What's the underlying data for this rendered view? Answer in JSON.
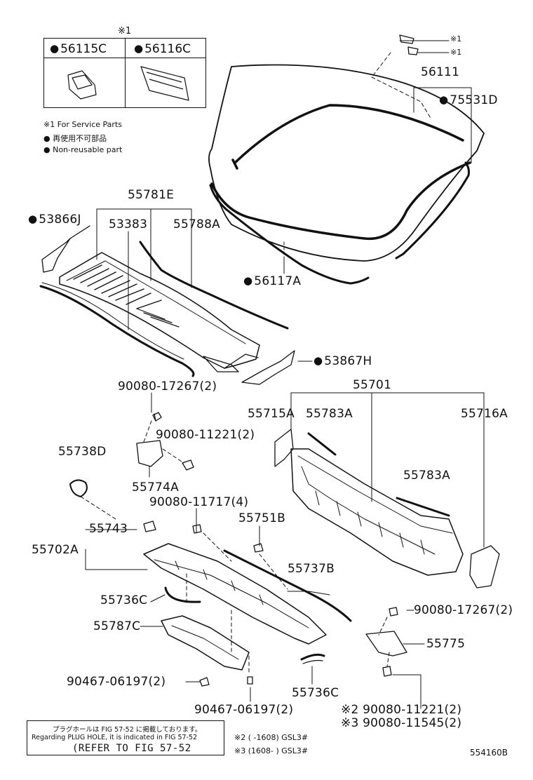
{
  "legend": {
    "star_header": "※1",
    "col1": "56115C",
    "col2": "56116C",
    "note_service": "※1 For Service Parts",
    "note_jp": "● 再使用不可部品",
    "note_en": "● Non-reusable part"
  },
  "labels": {
    "p55781E": "55781E",
    "p53866J": "53866J",
    "p53383": "53383",
    "p55788A": "55788A",
    "p56111": "56111",
    "p75531D": "75531D",
    "p56117A": "56117A",
    "p53867H": "53867H",
    "star1a": "※1",
    "star1b": "※1",
    "p9008017267a": "90080-17267(2)",
    "p9008011221a": "90080-11221(2)",
    "p55738D": "55738D",
    "p55774A": "55774A",
    "p9008011717": "90080-11717(4)",
    "p55743": "55743",
    "p55702A": "55702A",
    "p55751B": "55751B",
    "p55737B": "55737B",
    "p55736Ca": "55736C",
    "p55787C": "55787C",
    "p9046706197a": "90467-06197(2)",
    "p9046706197b": "90467-06197(2)",
    "p55736Cb": "55736C",
    "p55701": "55701",
    "p55715A": "55715A",
    "p55783Aa": "55783A",
    "p55716A": "55716A",
    "p55783Ab": "55783A",
    "p9008017267b": "90080-17267(2)",
    "p55775": "55775",
    "p9008011221b": "※2 90080-11221(2)",
    "p9008011545": "※3 90080-11545(2)"
  },
  "notes": {
    "plug_jp": "プラグホールは FIG 57-52 に掲載しております。",
    "plug_en": "Regarding PLUG HOLE, it is indicated in FIG 57-52",
    "refer": "(REFER TO FIG 57-52",
    "cond2": "※2 (      -1608) GSL3#",
    "cond3": "※3 (1608-      ) GSL3#",
    "figure_code": "554160B"
  }
}
